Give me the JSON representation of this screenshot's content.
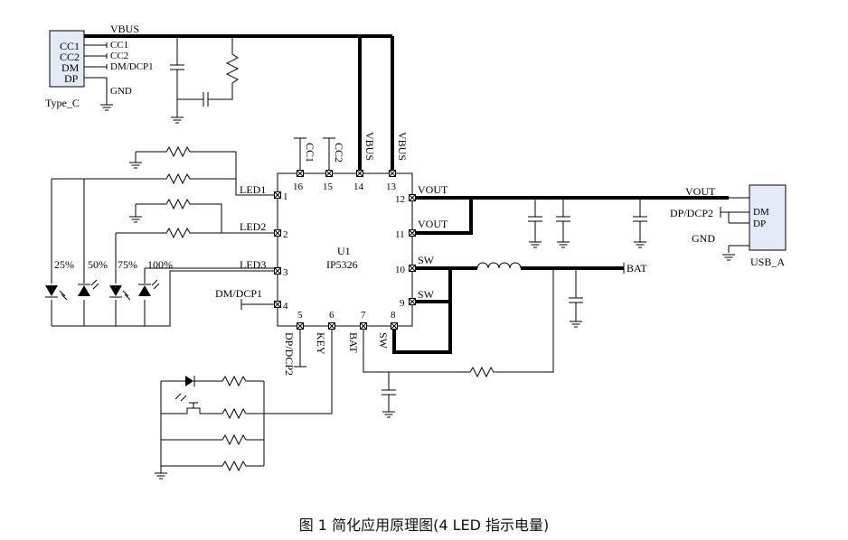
{
  "caption": "图 1 简化应用原理图(4 LED 指示电量)",
  "chip": {
    "ref": "U1",
    "part": "IP5326"
  },
  "pins": [
    {
      "num": "1",
      "name": "LED1"
    },
    {
      "num": "2",
      "name": "LED2"
    },
    {
      "num": "3",
      "name": "LED3"
    },
    {
      "num": "4",
      "name": "DM/DCP1"
    },
    {
      "num": "5",
      "name": "DP/DCP2"
    },
    {
      "num": "6",
      "name": "KEY"
    },
    {
      "num": "7",
      "name": "BAT"
    },
    {
      "num": "8",
      "name": "SW"
    },
    {
      "num": "9",
      "name": "SW"
    },
    {
      "num": "10",
      "name": "SW"
    },
    {
      "num": "11",
      "name": "VOUT"
    },
    {
      "num": "12",
      "name": "VOUT"
    },
    {
      "num": "13",
      "name": "VBUS"
    },
    {
      "num": "14",
      "name": "VBUS"
    },
    {
      "num": "15",
      "name": "CC2"
    },
    {
      "num": "16",
      "name": "CC1"
    }
  ],
  "type_c": {
    "name": "Type_C",
    "pins": [
      "CC1",
      "CC2",
      "DM",
      "DP"
    ],
    "nets": [
      "CC1",
      "CC2",
      "DM/DCP1",
      "GND"
    ],
    "vbus": "VBUS"
  },
  "usb_a": {
    "name": "USB_A",
    "pins": [
      "DM",
      "DP"
    ],
    "nets": [
      "VOUT",
      "DP/DCP2",
      "GND"
    ]
  },
  "bat_label": "BAT",
  "led_levels": [
    "25%",
    "50%",
    "75%",
    "100%"
  ]
}
